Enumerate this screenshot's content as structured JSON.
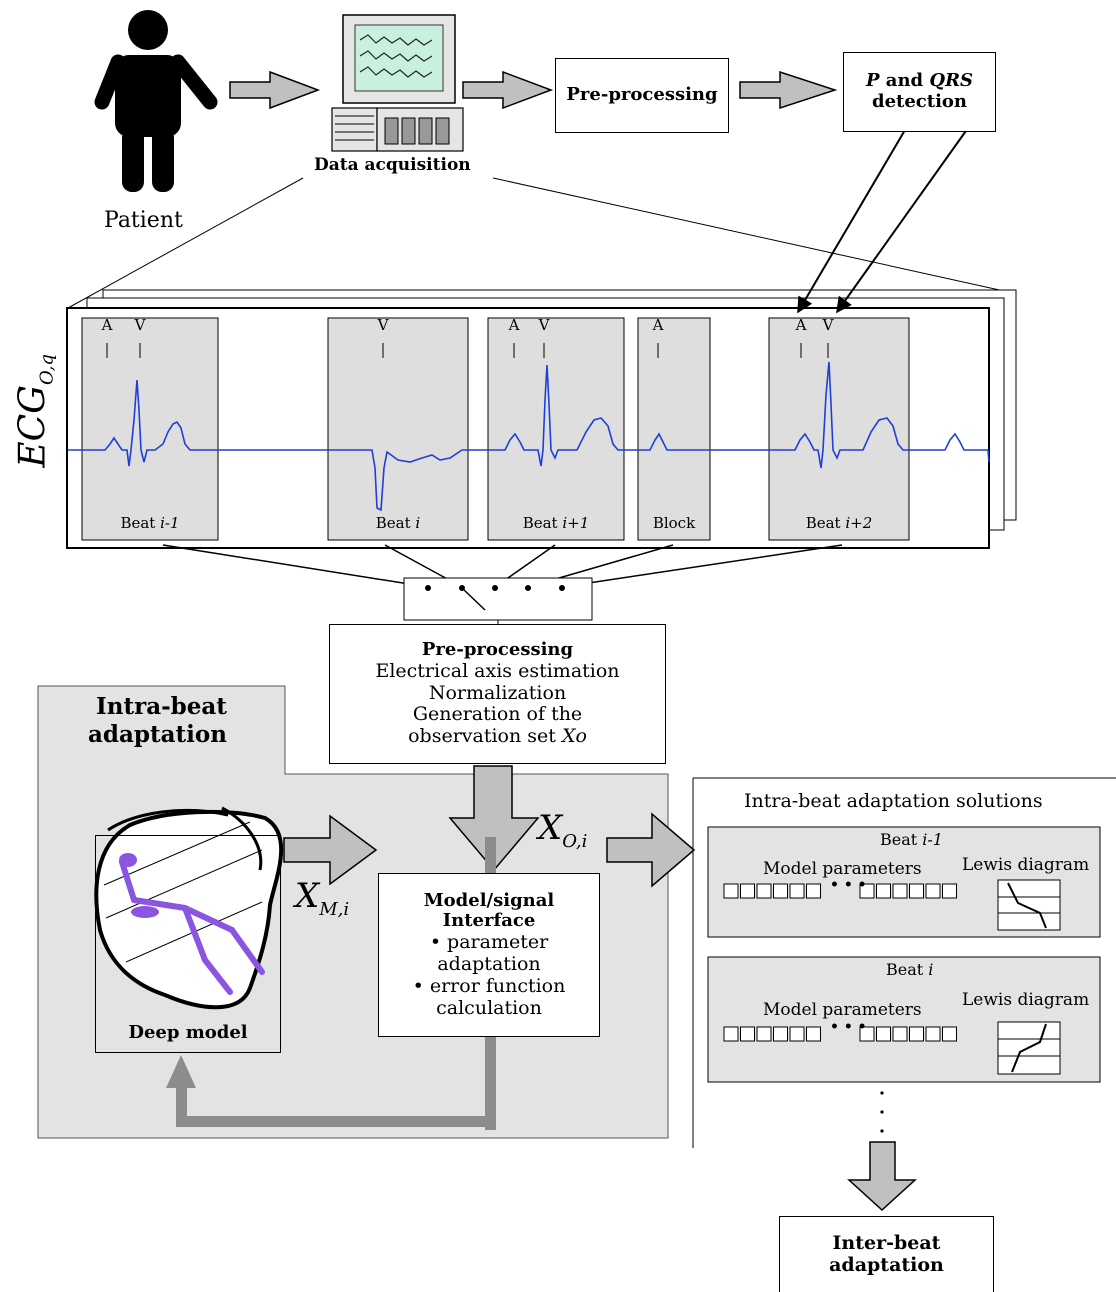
{
  "top": {
    "patient_label": "Patient",
    "data_acquisition_label": "Data acquisition",
    "preprocessing_label": "Pre-processing",
    "detection_label_p": "P",
    "detection_label_and": " and ",
    "detection_label_qrs": "QRS",
    "detection_label_rest": "detection"
  },
  "ecg": {
    "axis_label_main": "ECG",
    "axis_label_sub": "O,q",
    "beats": [
      {
        "markers": [
          "A",
          "V"
        ],
        "label_pre": "Beat ",
        "label_ital": "i-1"
      },
      {
        "markers": [
          "V"
        ],
        "label_pre": "Beat ",
        "label_ital": "i"
      },
      {
        "markers": [
          "A",
          "V"
        ],
        "label_pre": "Beat ",
        "label_ital": "i+1"
      },
      {
        "markers": [
          "A"
        ],
        "label_pre": "Block",
        "label_ital": ""
      },
      {
        "markers": [
          "A",
          "V"
        ],
        "label_pre": "Beat ",
        "label_ital": "i+2"
      }
    ]
  },
  "preprocessing2": {
    "title": "Pre-processing",
    "line1": "Electrical axis estimation",
    "line2": "Normalization",
    "line3": "Generation of the",
    "line4_pre": "observation set ",
    "line4_ital": "Xo"
  },
  "intra": {
    "title_line1": "Intra-beat",
    "title_line2": "adaptation",
    "deep_model_label": "Deep model",
    "xm_main": "X",
    "xm_sub": "M,i",
    "xo_main": "X",
    "xo_sub": "O,i",
    "interface_title1": "Model/signal",
    "interface_title2": "Interface",
    "interface_item1a": "• parameter",
    "interface_item1b": "adaptation",
    "interface_item2a": "• error function",
    "interface_item2b": "calculation"
  },
  "solutions": {
    "title": "Intra-beat adaptation solutions",
    "cards": [
      {
        "beat_pre": "Beat ",
        "beat_ital": "i-1",
        "lewis": "Lewis diagram",
        "params": "Model parameters"
      },
      {
        "beat_pre": "Beat ",
        "beat_ital": "i",
        "lewis": "Lewis diagram",
        "params": "Model parameters"
      }
    ],
    "ellipsis_dots": "• • •",
    "inter_beat_line1": "Inter-beat",
    "inter_beat_line2": "adaptation"
  },
  "colors": {
    "ecg_trace": "#1f3fd6",
    "heart_model": "#8a55e0",
    "panel_gray": "#e3e3e3",
    "arrow_gray": "#c0c0c0",
    "feedback_gray": "#8c8c8c",
    "monitor_screen": "#c8f0dc"
  }
}
